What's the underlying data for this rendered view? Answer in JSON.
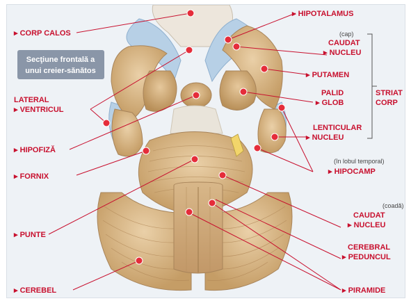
{
  "caption": {
    "line1": "Secţiune frontală a",
    "line2": "unui creier-sănătos"
  },
  "labels": {
    "hipotalamus": "HIPOTALAMUS",
    "corp_calos": "CORP CALOS",
    "caudat_top_line1": "CAUDAT",
    "caudat_top_line2": "NUCLEU",
    "caudat_top_note": "(cap)",
    "putamen": "PUTAMEN",
    "glob_line1": "PALID",
    "glob_line2": "GLOB",
    "corp_line1": "STRIAT",
    "corp_line2": "CORP",
    "lenticular_line1": "LENTICULAR",
    "lenticular_line2": "NUCLEU",
    "ventricul_line1": "LATERAL",
    "ventricul_line2": "VENTRICUL",
    "hipofiza": "HIPOFIZĂ",
    "hipocamp": "HIPOCAMP",
    "hipocamp_note": "(în lobul temporal)",
    "fornix": "FORNIX",
    "caudat_bottom_line1": "CAUDAT",
    "caudat_bottom_line2": "NUCLEU",
    "caudat_bottom_note": "(coadă)",
    "punte": "PUNTE",
    "peduncul_line1": "CEREBRAL",
    "peduncul_line2": "PEDUNCUL",
    "cerebel": "CEREBEL",
    "piramide": "PIRAMIDE"
  },
  "colors": {
    "label": "#c8102e",
    "dot": "#e52d3a",
    "tissue": "#d9b98c",
    "tissue_dark": "#b8925e",
    "ventricle": "#a9c6de",
    "caption_bg": "#8a96a8"
  }
}
